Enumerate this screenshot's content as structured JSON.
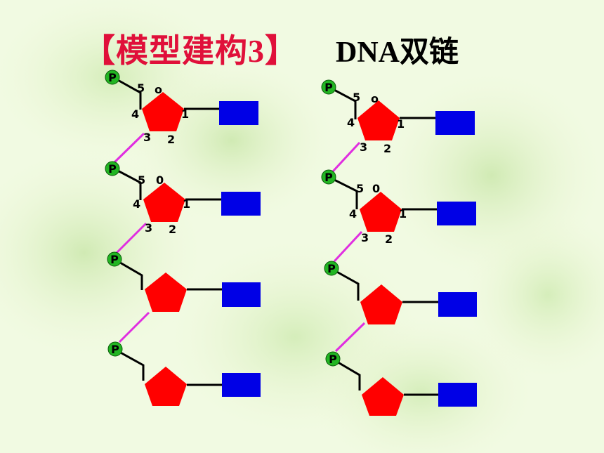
{
  "title": {
    "left": "【模型建构3】",
    "right": "DNA双链"
  },
  "colors": {
    "phosphate": "#22b522",
    "sugar": "#ff0000",
    "base": "#0000e6",
    "bond": "#e02ee0",
    "line": "#000000"
  },
  "labels": {
    "phosphate": "P",
    "carbon_5": "5",
    "oxygen_o": "o",
    "oxygen_0": "0",
    "carbon_4": "4",
    "carbon_1": "1",
    "carbon_3": "3",
    "carbon_2": "2"
  }
}
